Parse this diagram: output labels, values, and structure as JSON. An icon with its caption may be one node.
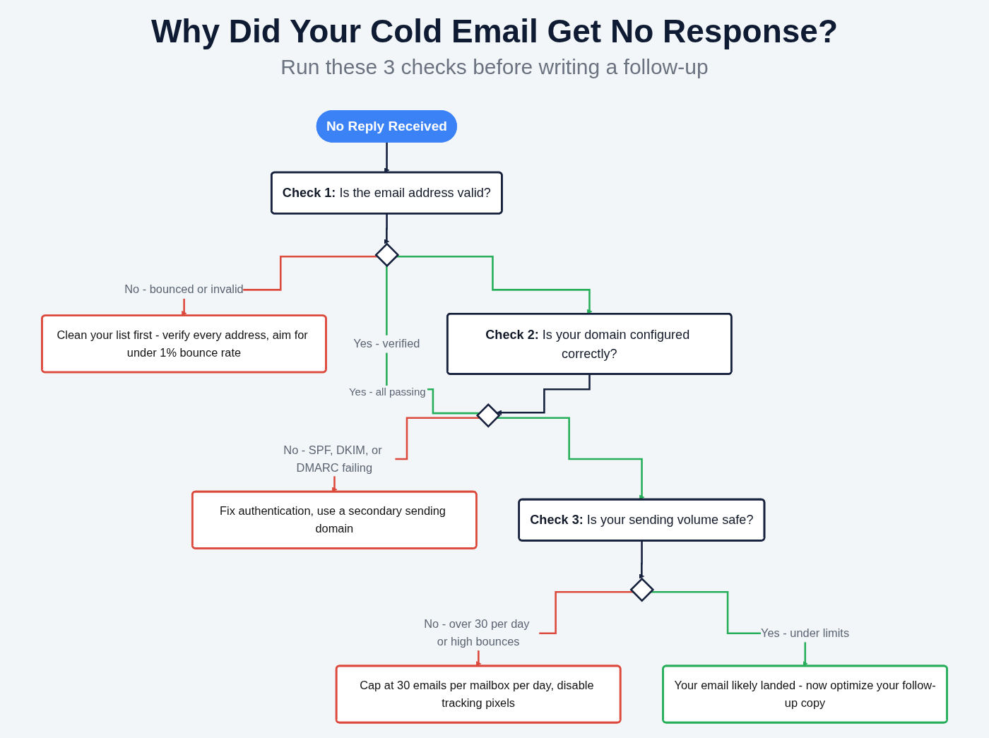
{
  "diagram": {
    "title": "Why Did Your Cold Email Get No Response?",
    "nodes": [
      {
        "text": [
          "No Reply Received"
        ]
      },
      {
        "text": [
          "**Check 1:** Is the email address valid?"
        ]
      },
      {
        "text": [],
        "shape": "diamond"
      },
      {
        "text": [
          "Clean your list first - verify every address, aim for under 1% bounce rate"
        ]
      },
      {
        "text": [
          "**Check 2:** Is your domain configured correctly?"
        ]
      },
      {
        "text": [],
        "shape": "diamond"
      },
      {
        "text": [
          "Fix authentication, use a secondary sending domain"
        ]
      },
      {
        "text": [
          "**Check 3:** Is your sending volume safe?"
        ]
      },
      {
        "text": [],
        "shape": "diamond"
      },
      {
        "text": [
          "Cap at 30 emails per mailbox per day, disable tracking pixels"
        ]
      },
      {
        "text": [
          "Your email likely landed - now optimize your follow-up copy"
        ]
      }
    ],
    "edges": [
      {
        "from": 0,
        "to": 1,
        "arrow": "to"
      },
      {
        "from": 1,
        "to": 2,
        "arrow": "to"
      },
      {
        "from": 2,
        "to": 3,
        "arrow": "to",
        "label": "No - bounced or invalid",
        "color": "#dc4a3d"
      },
      {
        "from": 2,
        "to": 4,
        "arrow": "to",
        "color": "#27ae5a"
      },
      {
        "from": 2,
        "to": 5,
        "arrow": "none",
        "label": "Yes - verified",
        "color": "#27ae5a"
      },
      {
        "from": 4,
        "to": 5,
        "arrow": "to"
      },
      {
        "from": 5,
        "to": 6,
        "arrow": "to",
        "label": "No - SPF, DKIM, or DMARC failing",
        "color": "#dc4a3d"
      },
      {
        "from": 5,
        "to": 7,
        "arrow": "to",
        "color": "#27ae5a"
      },
      {
        "from": 7,
        "to": 8,
        "arrow": "to"
      },
      {
        "from": 8,
        "to": 9,
        "arrow": "to",
        "label": "No - over 30 per day or high bounces",
        "color": "#dc4a3d"
      },
      {
        "from": 8,
        "to": 10,
        "arrow": "to",
        "label": "Yes - under limits",
        "color": "#27ae5a"
      }
    ],
    "labels": [
      "Run these 3 checks before writing a follow-up",
      "Yes - all passing"
    ]
  }
}
